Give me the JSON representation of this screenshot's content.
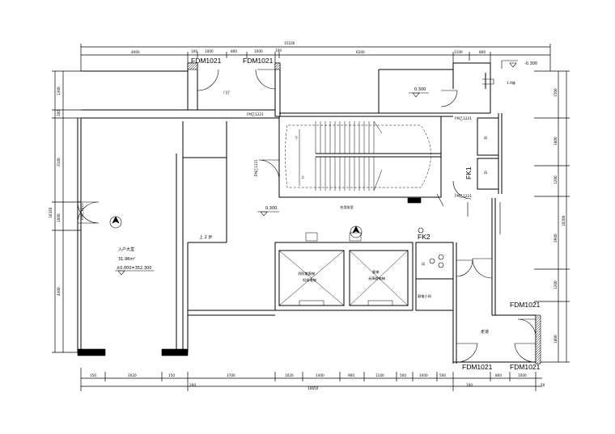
{
  "dimensions": {
    "top_total": "15100",
    "top_segments": [
      "4000",
      "100",
      "1000",
      "800",
      "1000",
      "100",
      "6200",
      "1100",
      "800"
    ],
    "bottom_segments": [
      "150",
      "2020",
      "150",
      "3700",
      "1020",
      "1400",
      "900",
      "1100",
      "500",
      "1000",
      "500",
      "800",
      "1000"
    ],
    "bottom_second": [
      "200",
      "100"
    ],
    "bottom_total": "10650",
    "bottom_right": "50",
    "left_segments": [
      "1300",
      "200",
      "3100",
      "1000",
      "4400"
    ],
    "left_total": "10320",
    "right_segments": [
      "1500",
      "1800",
      "1200",
      "2600",
      "1200",
      "1800"
    ],
    "right_total": "10200"
  },
  "labels": {
    "fdm_tl1": "FDM1021",
    "fdm_tl2": "FDM1021",
    "fdm_right": "FDM1021",
    "fdm_bottom1": "FDM1021",
    "fdm_bottom2": "FDM1021",
    "fk1": "FK1",
    "fk2": "FK2",
    "level_top_right": "-0.300",
    "level_room_top": "0.300",
    "level_mid": "0.300",
    "room_name": "入户大堂",
    "room_area": "31.96m²",
    "room_level": "±0.000=352.300",
    "stair_up": "上 2 步",
    "lobby_label": "合用前室",
    "stair_small": "上",
    "stair_small2": "下",
    "elevator1": "消防兼客梯",
    "elevator1_sub": "担架电梯",
    "elevator2": "客梯",
    "elevator2_sub": "无障碍电梯",
    "corridor": "走道",
    "shaft1": "风",
    "shaft2": "风",
    "shaft3": "风",
    "elec": "弱电小间",
    "fm_left": "FM乙1021",
    "fm_stair1": "FM乙1221",
    "fm_stair2": "FM乙1221",
    "fm_right": "FM乙1221",
    "fm_mid": "FM乙1221",
    "room_small": "门厅",
    "step_note": "1:4坡"
  }
}
